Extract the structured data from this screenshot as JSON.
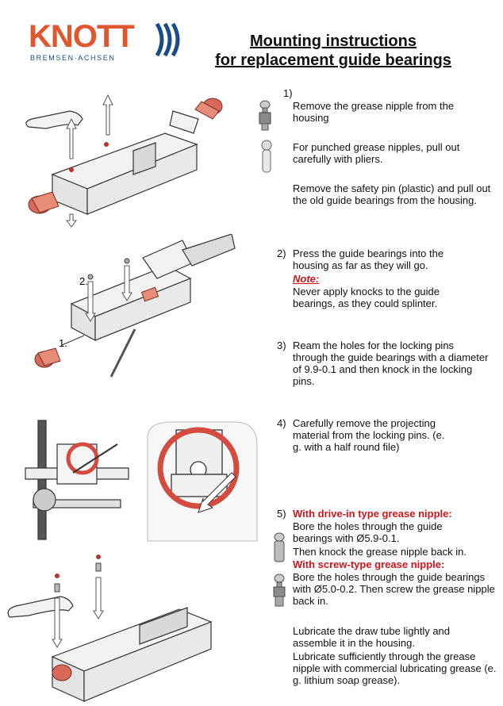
{
  "logo": {
    "wordmark": "KNOTT",
    "tagline": "BREMSEN·ACHSEN",
    "colors": {
      "red": "#e1562c",
      "blue": "#1a4c8c"
    }
  },
  "title": {
    "line1": "Mounting instructions",
    "line2": "for replacement guide bearings"
  },
  "figure_labels": {
    "label_1": "1.",
    "label_2": "2."
  },
  "steps": {
    "s1": {
      "number": "1)",
      "p1": "Remove the grease nipple from the housing",
      "p2": "For punched grease nipples, pull out carefully with pliers.",
      "p3": "Remove the safety pin (plastic) and pull out the old guide bearings from the housing."
    },
    "s2": {
      "number": "2)",
      "p1": "Press the guide bearings into the housing as far as they will go.",
      "note_label": "Note:",
      "note_text": "Never apply knocks to the guide bearings, as they could splinter."
    },
    "s3": {
      "number": "3)",
      "p1": "Ream the holes for the locking pins through the guide bearings with a diameter of 9.9-0.1 and then knock in the locking pins."
    },
    "s4": {
      "number": "4)",
      "p1": "Carefully remove the projecting material from the locking pins. (e. g. with a half round file)"
    },
    "s5": {
      "number": "5)",
      "drive_in_heading": "With drive-in type grease nipple:",
      "drive_in_text": "Bore the holes through the guide bearings with Ø5.9-0.1.",
      "drive_in_text2": "Then knock the grease nipple back in.",
      "screw_heading": "With screw-type grease nipple:",
      "screw_text": "Bore the holes through the guide bearings with Ø5.0-0.2. Then screw the grease nipple back in.",
      "final_1": "Lubricate the draw tube lightly and assemble it in the housing.",
      "final_2": "Lubricate sufficiently through the grease nipple with commercial lubricating grease (e. g. lithium soap grease)."
    }
  }
}
